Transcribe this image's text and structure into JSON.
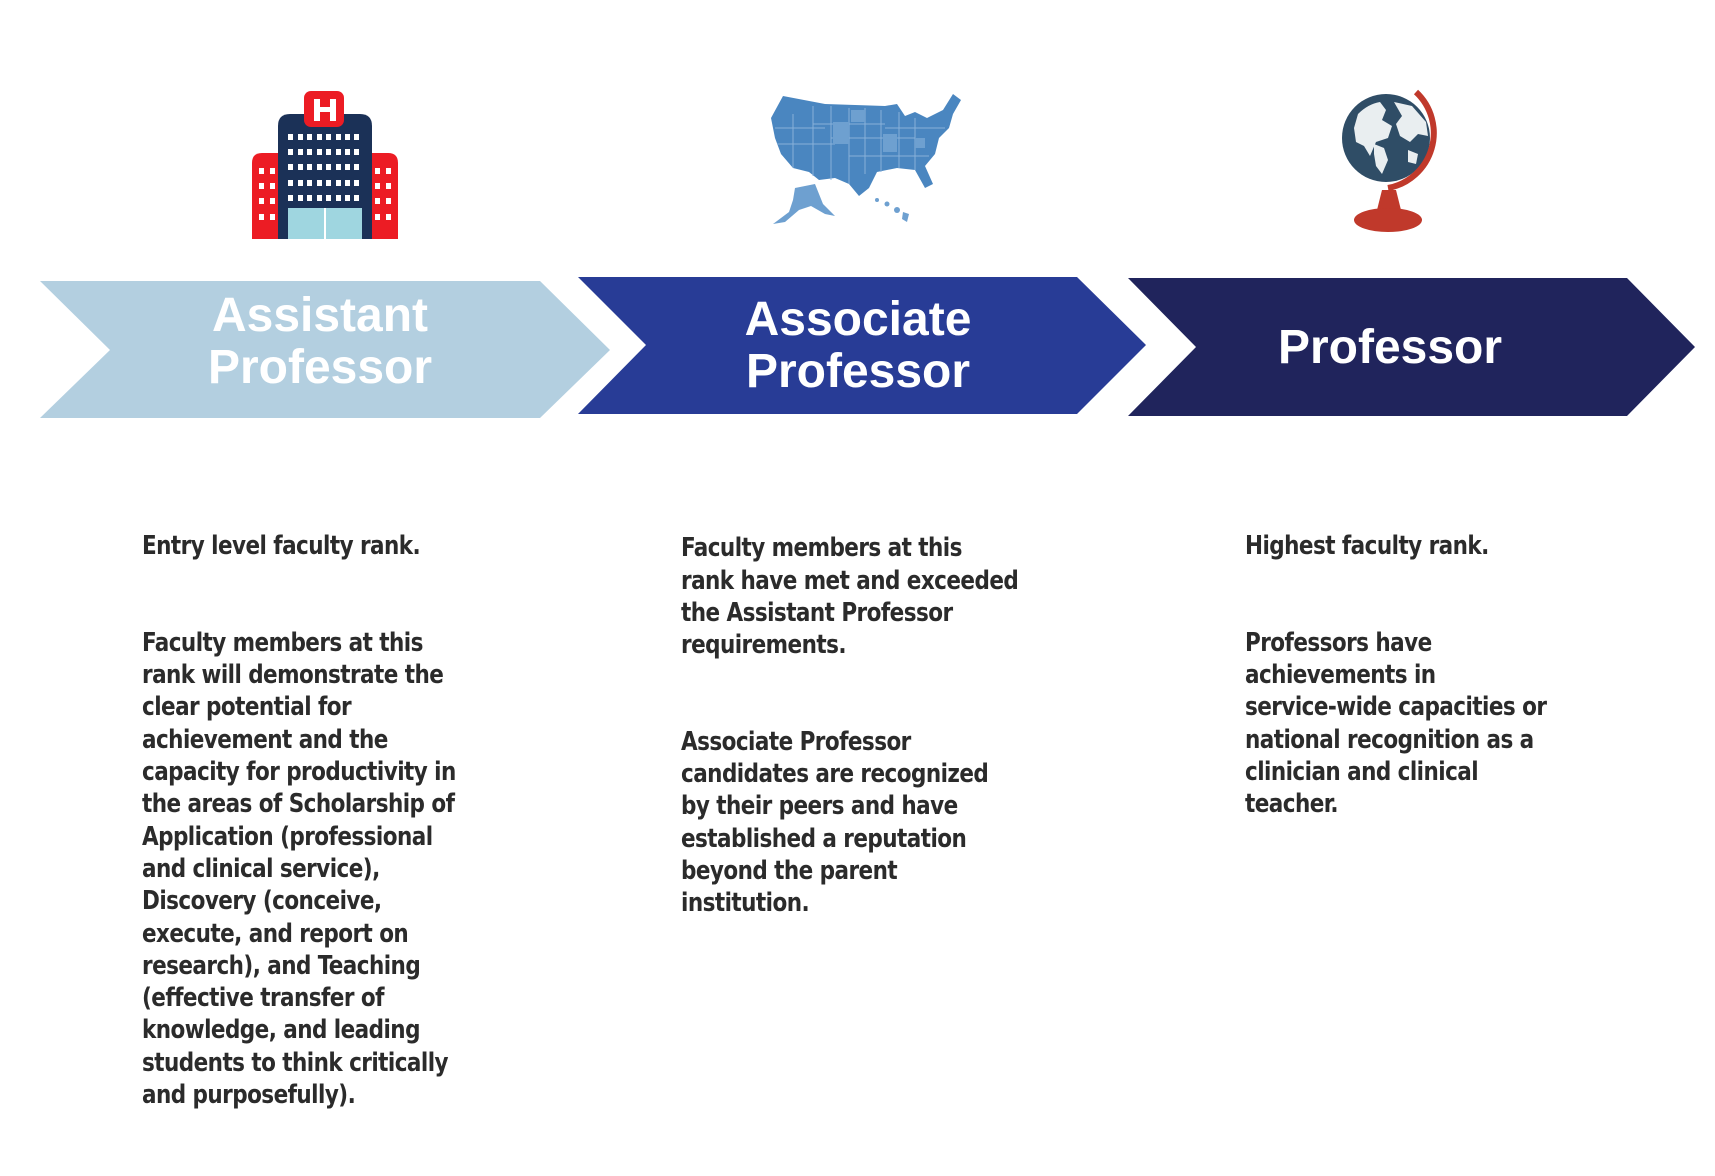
{
  "stages": [
    {
      "title_line1": "Assistant",
      "title_line2": "Professor",
      "icon": "hospital-building-icon",
      "color": "#b3cfe0",
      "paragraphs": [
        "Entry level faculty rank.",
        "Faculty members at this\nrank will demonstrate the\nclear potential for\nachievement and the\ncapacity for productivity in\nthe areas of Scholarship of\nApplication (professional\nand clinical service),\nDiscovery (conceive,\nexecute, and report on\nresearch), and Teaching\n(effective transfer of\nknowledge, and leading\nstudents to think critically\nand purposefully)."
      ]
    },
    {
      "title_line1": "Associate",
      "title_line2": "Professor",
      "icon": "us-map-icon",
      "color": "#283c96",
      "paragraphs": [
        "Faculty members at this\nrank have met and exceeded\nthe Assistant Professor\nrequirements.",
        "Associate Professor\ncandidates are recognized\nby their peers and have\nestablished a reputation\nbeyond the parent\ninstitution."
      ]
    },
    {
      "title_line1": "Professor",
      "title_line2": "",
      "icon": "globe-icon",
      "color": "#20245c",
      "paragraphs": [
        "Highest faculty rank.",
        "Professors have\nachievements in\nservice-wide capacities or\nnational recognition as a\nclinician and clinical\nteacher."
      ]
    }
  ],
  "colors": {
    "hospital_red": "#ec1c24",
    "hospital_navy": "#1b3157",
    "hospital_glass": "#9fd6e0",
    "map_blue": "#4a86c0",
    "globe_ocean": "#2f4d66",
    "globe_land": "#e9eef0",
    "globe_stand": "#c0392b",
    "text": "#2b2b2b"
  }
}
